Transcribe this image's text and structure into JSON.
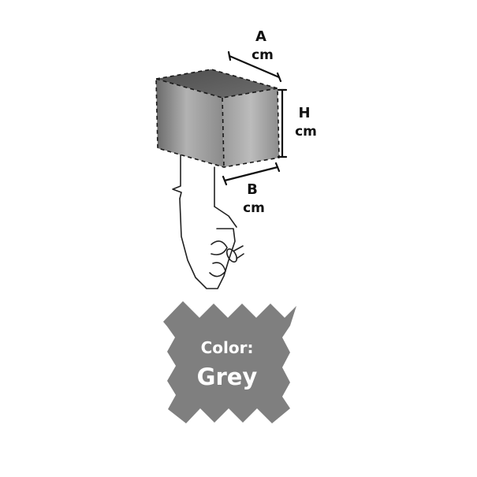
{
  "dimensions": {
    "a": {
      "letter": "A",
      "unit": "cm"
    },
    "h": {
      "letter": "H",
      "unit": "cm"
    },
    "b": {
      "letter": "B",
      "unit": "cm"
    }
  },
  "badge": {
    "label": "Color:",
    "value": "Grey"
  },
  "colors": {
    "cover_dark": "#5a5a5a",
    "cover_light": "#b4b4b4",
    "badge_fill": "#7f7f7f",
    "outline": "#222222"
  }
}
